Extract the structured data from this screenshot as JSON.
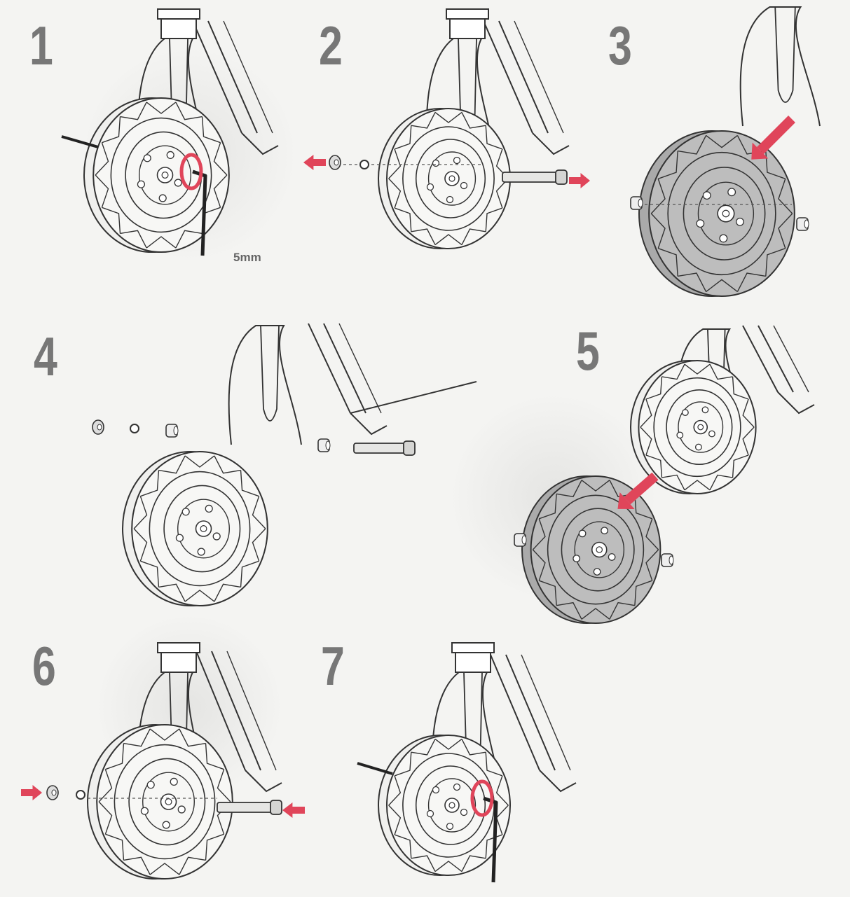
{
  "steps": [
    {
      "number": "1"
    },
    {
      "number": "2"
    },
    {
      "number": "3"
    },
    {
      "number": "4"
    },
    {
      "number": "5"
    },
    {
      "number": "6"
    },
    {
      "number": "7"
    }
  ],
  "tool_size_label": "5mm",
  "colors": {
    "arrow": "#e0455a",
    "line": "#333333",
    "step_number": "#777777",
    "highlight_wheel": "#bdbdbd"
  }
}
